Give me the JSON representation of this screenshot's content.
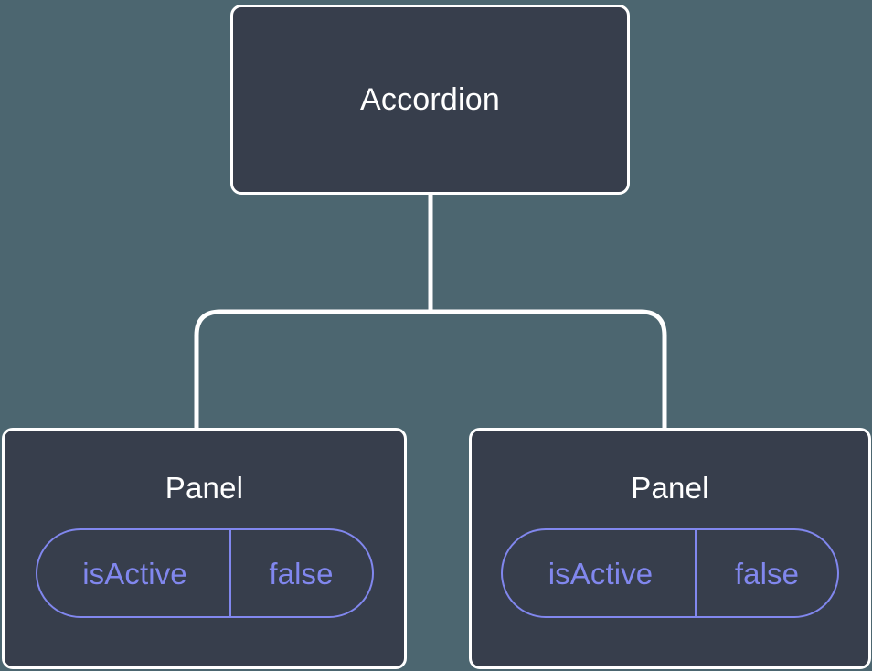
{
  "diagram": {
    "type": "component-tree",
    "background_color": "#4c6670",
    "node_fill_color": "#373e4c",
    "node_border_color": "#ffffff",
    "edge_color": "#ffffff",
    "prop_accent_color": "#8187ee",
    "root": {
      "label": "Accordion"
    },
    "children": [
      {
        "label": "Panel",
        "props": [
          {
            "key": "isActive",
            "value": "false"
          }
        ]
      },
      {
        "label": "Panel",
        "props": [
          {
            "key": "isActive",
            "value": "false"
          }
        ]
      }
    ]
  }
}
